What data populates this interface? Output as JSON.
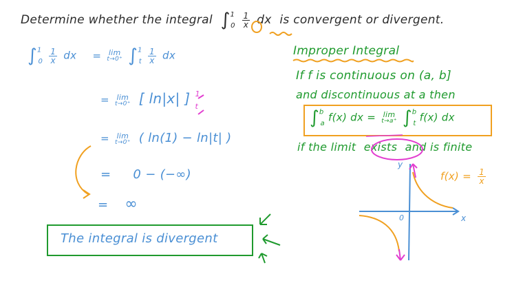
{
  "title": {
    "prefix": "Determine whether the integral",
    "integral_upper": "1",
    "integral_lower": "0",
    "integrand_num": "1",
    "integrand_den": "x",
    "differential": "dx",
    "suffix": "is convergent or divergent."
  },
  "solution": {
    "line1": {
      "lhs_upper": "1",
      "lhs_lower": "0",
      "lhs_num": "1",
      "lhs_den": "x",
      "lhs_dx": "dx",
      "eq": "=",
      "lim_top": "lim",
      "lim_bot": "t→0⁺",
      "rhs_upper": "1",
      "rhs_lower": "t",
      "rhs_num": "1",
      "rhs_den": "x",
      "rhs_dx": "dx"
    },
    "line2": {
      "eq": "=",
      "lim_top": "lim",
      "lim_bot": "t→0⁺",
      "expr": "[ ln|x| ]",
      "upper": "1",
      "lower": "t"
    },
    "line3": {
      "eq": "=",
      "lim_top": "lim",
      "lim_bot": "t→0⁺",
      "expr": "( ln(1) − ln|t| )"
    },
    "line4": {
      "eq": "=",
      "expr": "0 − (−∞)"
    },
    "line5": {
      "eq": "=",
      "expr": "∞"
    },
    "conclusion": "The integral is divergent"
  },
  "definition": {
    "heading": "Improper Integral",
    "line1": "If f is continuous on (a, b]",
    "line2": "and discontinuous at a then",
    "formula": {
      "lhs_upper": "b",
      "lhs_lower": "a",
      "lhs_body": "f(x) dx",
      "eq": "=",
      "lim_top": "lim",
      "lim_bot": "t→a⁺",
      "rhs_upper": "b",
      "rhs_lower": "t",
      "rhs_body": "f(x) dx"
    },
    "condition_pre": "if the limit",
    "condition_circled": "exists",
    "condition_post": "and is finite"
  },
  "graph": {
    "y_label": "y",
    "x_label": "x",
    "origin_label": "0",
    "function_label": "f(x) =",
    "function_num": "1",
    "function_den": "x"
  },
  "colors": {
    "black_ink": "#2b2b2b",
    "blue_ink": "#4a8fd4",
    "green_ink": "#1f9a2e",
    "orange_ink": "#f0a020",
    "pink_ink": "#e23ed0"
  }
}
